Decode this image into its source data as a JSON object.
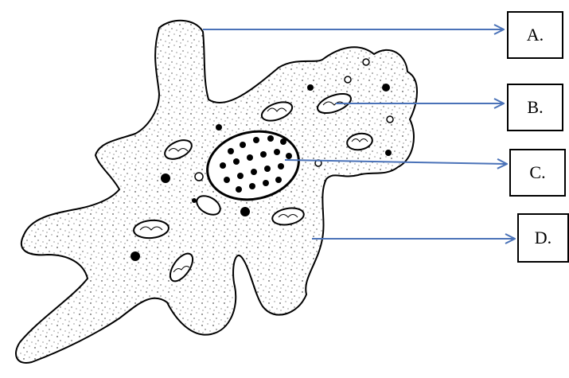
{
  "diagram": {
    "labels": [
      {
        "id": "a",
        "text": "A."
      },
      {
        "id": "b",
        "text": "B."
      },
      {
        "id": "c",
        "text": "C."
      },
      {
        "id": "d",
        "text": "D."
      }
    ]
  },
  "colors": {
    "arrow": "#4a72b8",
    "outline": "#000000",
    "background": "#ffffff"
  }
}
